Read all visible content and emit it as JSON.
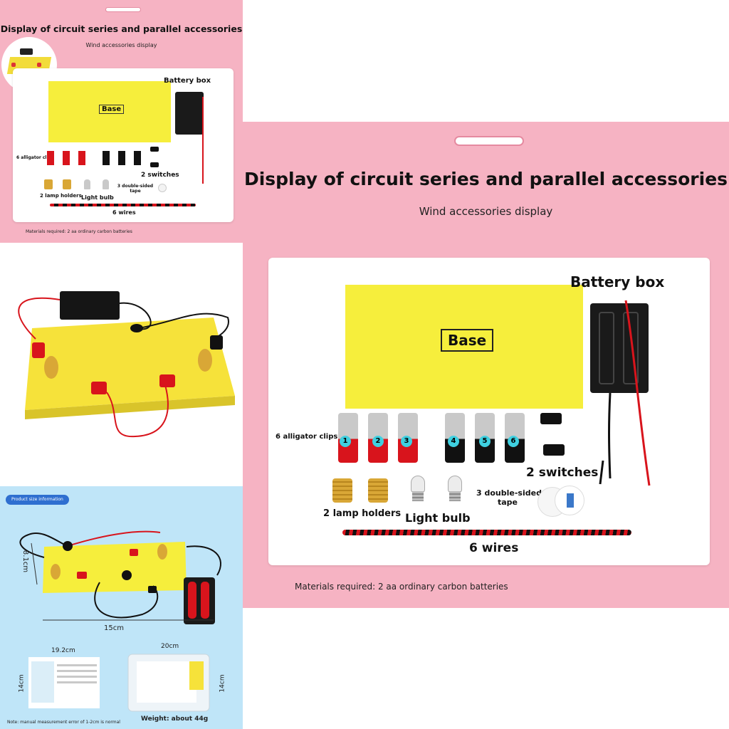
{
  "small_panel": {
    "title": "Display of circuit series and parallel accessories",
    "subtitle": "Wind accessories display",
    "labels": {
      "battery_box": "Battery box",
      "base": "Base",
      "alligator_clips": "6 alligator clips",
      "switches": "2 switches",
      "lamp_holders": "2 lamp holders",
      "light_bulb": "Light bulb",
      "tape": "3 double-sided tape",
      "wires": "6 wires"
    },
    "materials": "Materials required: 2 aa ordinary carbon batteries"
  },
  "large_panel": {
    "title": "Display of circuit series and parallel accessories",
    "subtitle": "Wind accessories display",
    "labels": {
      "battery_box": "Battery box",
      "base": "Base",
      "alligator_clips": "6 alligator clips",
      "clip_numbers": [
        "1",
        "2",
        "3",
        "4",
        "5",
        "6"
      ],
      "switches": "2 switches",
      "tape_line1": "3 double-sided",
      "tape_line2": "tape",
      "lamp_holders": "2 lamp holders",
      "light_bulb": "Light bulb",
      "wires": "6 wires"
    },
    "materials": "Materials required: 2 aa ordinary carbon batteries"
  },
  "size_panel": {
    "badge": "Product size information",
    "dim_height": "8.1cm",
    "dim_width": "15cm",
    "box_width_1": "19.2cm",
    "box_width_2": "20cm",
    "box_height_1": "14cm",
    "box_height_2": "14cm",
    "note": "Note: manual measurement error of 1-2cm is normal",
    "weight": "Weight: about 44g"
  },
  "colors": {
    "pink": "#f6b3c3",
    "yellow": "#f6ee3c",
    "light_blue": "#bfe5f8",
    "wire_red": "#d8141c",
    "cyan_badge": "#3fd0e0"
  }
}
